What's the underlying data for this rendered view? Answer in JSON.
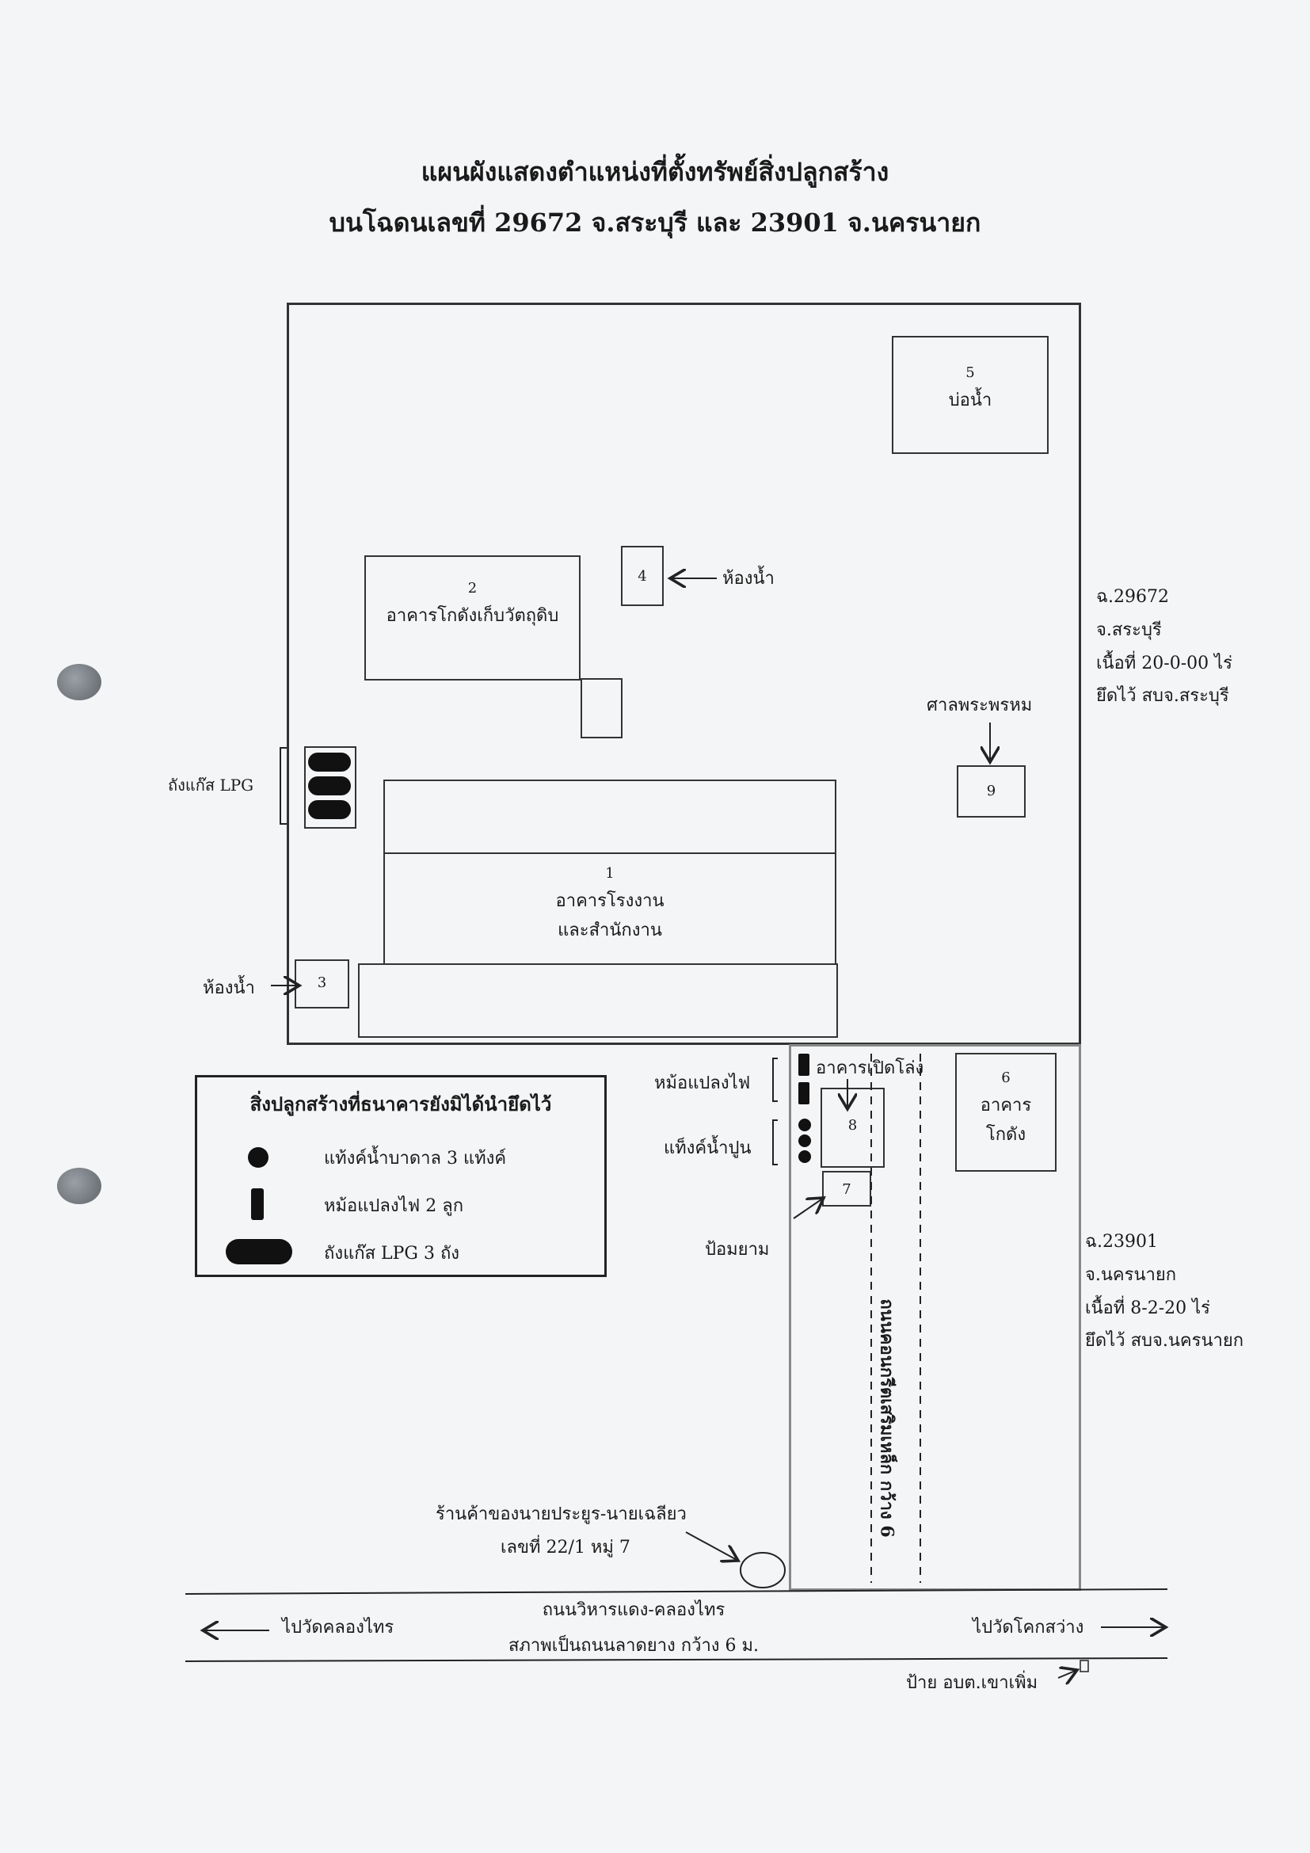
{
  "title": {
    "line1": "แผนผังแสดงตำแหน่งที่ตั้งทรัพย์สิ่งปลูกสร้าง",
    "line2": "บนโฉดนเลขที่ 29672 จ.สระบุรี และ 23901 จ.นครนายก"
  },
  "buildings": {
    "b1": {
      "num": "1",
      "name1": "อาคารโรงงาน",
      "name2": "และสำนักงาน"
    },
    "b2": {
      "num": "2",
      "name": "อาคารโกดังเก็บวัตถุดิบ"
    },
    "b3": {
      "num": "3"
    },
    "b4": {
      "num": "4"
    },
    "b5": {
      "num": "5",
      "name": "บ่อน้ำ"
    },
    "b6": {
      "num": "6",
      "name1": "อาคาร",
      "name2": "โกดัง"
    },
    "b7": {
      "num": "7"
    },
    "b8": {
      "num": "8"
    },
    "b9": {
      "num": "9"
    }
  },
  "callouts": {
    "bathroom_4": "ห้องน้ำ",
    "bathroom_3": "ห้องน้ำ",
    "shrine": "ศาลพระพรหม",
    "lpg_tank": "ถังแก๊ส LPG",
    "transformer": "หม้อแปลงไฟ",
    "open_building": "อาคารเปิดโล่ง",
    "cement_tank": "แท็งค์น้ำปูน",
    "guard_post": "ป้อมยาม",
    "shop_line1": "ร้านค้าของนายประยูร-นายเฉลียว",
    "shop_line2": "เลขที่ 22/1 หมู่ 7",
    "sign": "ป้าย อบต.เขาเพิ่ม"
  },
  "deed_29672": {
    "line1": "ฉ.29672",
    "line2": "จ.สระบุรี",
    "line3": "เนื้อที่ 20-0-00 ไร่",
    "line4": "ยึดไว้ สบจ.สระบุรี"
  },
  "deed_23901": {
    "line1": "ฉ.23901",
    "line2": "จ.นครนายก",
    "line3": "เนื้อที่ 8-2-20 ไร่",
    "line4": "ยึดไว้ สบจ.นครนายก"
  },
  "legend": {
    "title": "สิ่งปลูกสร้างที่ธนาคารยังมิได้นำยึดไว้",
    "items": [
      {
        "icon": "circle",
        "label": "แท้งค์น้ำบาดาล 3 แท้งค์"
      },
      {
        "icon": "bar",
        "label": "หม้อแปลงไฟ 2 ลูก"
      },
      {
        "icon": "pill",
        "label": "ถังแก๊ส LPG 3 ถัง"
      }
    ]
  },
  "roads": {
    "inner_road": "ถนนคอนกรีตเสริมเหล็ก กว้าง 6",
    "main_road_line1": "ถนนวิหารแดง-คลองไทร",
    "main_road_line2": "สภาพเป็นถนนลาดยาง กว้าง 6 ม.",
    "left_direction": "ไปวัดคลองไทร",
    "right_direction": "ไปวัดโคกสว่าง"
  }
}
